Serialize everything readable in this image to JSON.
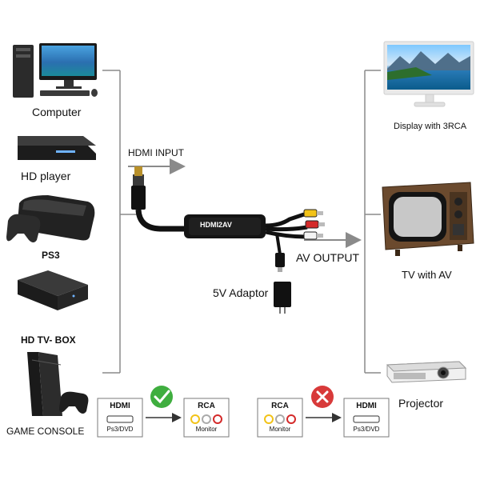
{
  "sources": [
    {
      "label": "Computer",
      "icon": "computer-icon"
    },
    {
      "label": "HD player",
      "icon": "hd-player-icon"
    },
    {
      "label": "PS3",
      "icon": "ps3-console-icon"
    },
    {
      "label": "HD TV- BOX",
      "icon": "tv-box-icon"
    },
    {
      "label": "GAME CONSOLE",
      "icon": "game-console-icon"
    }
  ],
  "outputs": [
    {
      "label": "Display with 3RCA",
      "icon": "monitor-icon"
    },
    {
      "label": "TV with AV",
      "icon": "retro-tv-icon"
    },
    {
      "label": "Projector",
      "icon": "projector-icon"
    }
  ],
  "cable": {
    "input_label": "HDMI INPUT",
    "output_label": "AV OUTPUT",
    "converter_text": "HDMI2AV",
    "adaptor_label": "5V Adaptor"
  },
  "direction": {
    "supported": {
      "from_title": "HDMI",
      "from_sub": "Ps3/DVD",
      "to_title": "RCA",
      "to_sub": "Monitor",
      "status_icon": "check-icon"
    },
    "unsupported": {
      "from_title": "RCA",
      "from_sub": "Monitor",
      "to_title": "HDMI",
      "to_sub": "Ps3/DVD",
      "status_icon": "cross-icon"
    }
  },
  "colors": {
    "line": "#8a8a8a",
    "check": "#3fae3f",
    "cross": "#d83a3a",
    "rca_yellow": "#f2c318",
    "rca_red": "#d42a2a",
    "rca_white": "#f4f4f4"
  }
}
